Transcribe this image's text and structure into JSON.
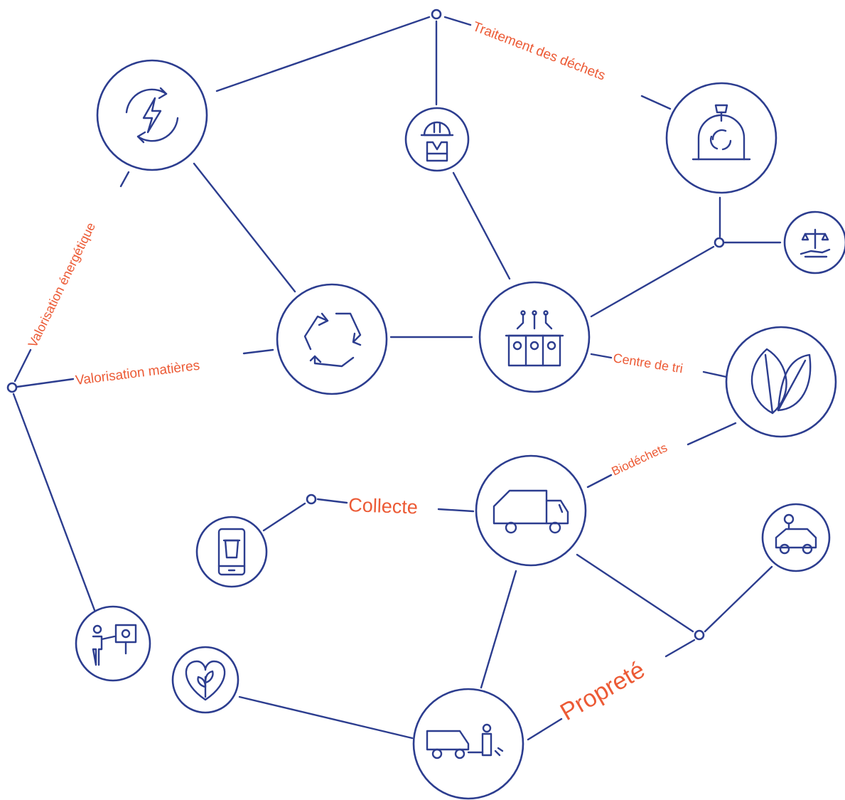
{
  "colors": {
    "line": "#2c3d8f",
    "label": "#ec5a35",
    "background": "#ffffff"
  },
  "labels": {
    "traitement": "Traitement des déchets",
    "valorisation_energetique": "Valorisation énergétique",
    "valorisation_matieres": "Valorisation matières",
    "centre_de_tri": "Centre de tri",
    "biodechets": "Biodéchets",
    "collecte": "Collecte",
    "proprete": "Propreté"
  },
  "icons": {
    "energy": "energy-recovery-icon",
    "worker": "worker-helmet-vest-icon",
    "treatment": "treatment-plant-icon",
    "justice": "scales-hand-icon",
    "recycling": "recycling-arrows-icon",
    "sorting": "sorting-bins-icon",
    "leaves": "leaves-icon",
    "truck": "garbage-truck-icon",
    "phone": "phone-bin-icon",
    "ecar": "electric-car-icon",
    "trainer": "presenter-board-icon",
    "heart": "heart-plant-icon",
    "sweeper": "street-sweeper-icon"
  }
}
